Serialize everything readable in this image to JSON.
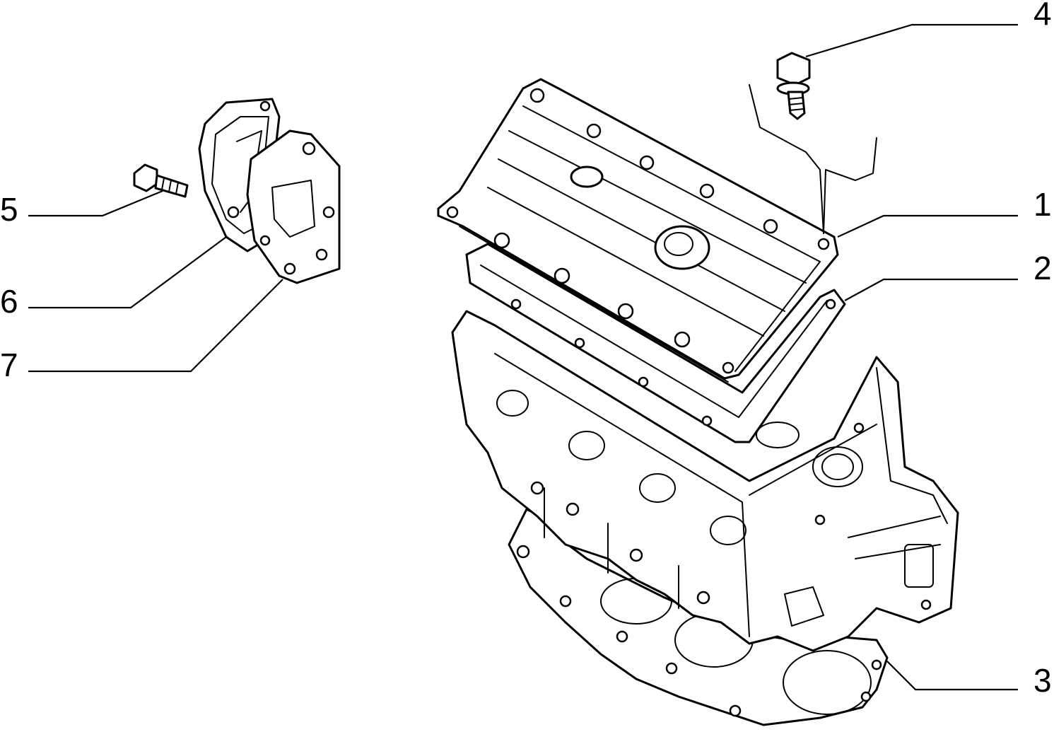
{
  "callouts": [
    {
      "id": "1",
      "label": "1"
    },
    {
      "id": "2",
      "label": "2"
    },
    {
      "id": "3",
      "label": "3"
    },
    {
      "id": "4",
      "label": "4"
    },
    {
      "id": "5",
      "label": "5"
    },
    {
      "id": "6",
      "label": "6"
    },
    {
      "id": "7",
      "label": "7"
    }
  ],
  "colors": {
    "ink": "#000000",
    "paper": "#ffffff"
  }
}
